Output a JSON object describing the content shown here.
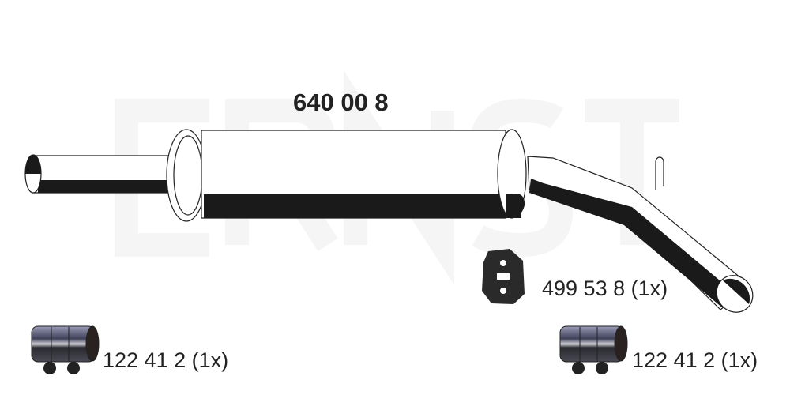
{
  "watermark": "ERNST",
  "part_number": "640 00 8",
  "accessories": [
    {
      "label": "499 53 8 (1x)",
      "icon": "rubber-hanger-icon"
    },
    {
      "label": "122 41 2 (1x)",
      "icon": "pipe-clamp-icon"
    },
    {
      "label": "122 41 2 (1x)",
      "icon": "pipe-clamp-icon"
    }
  ],
  "colors": {
    "ink": "#1a1a1a",
    "watermark": "#f4f4f4",
    "clamp": "#6a6d8a"
  }
}
